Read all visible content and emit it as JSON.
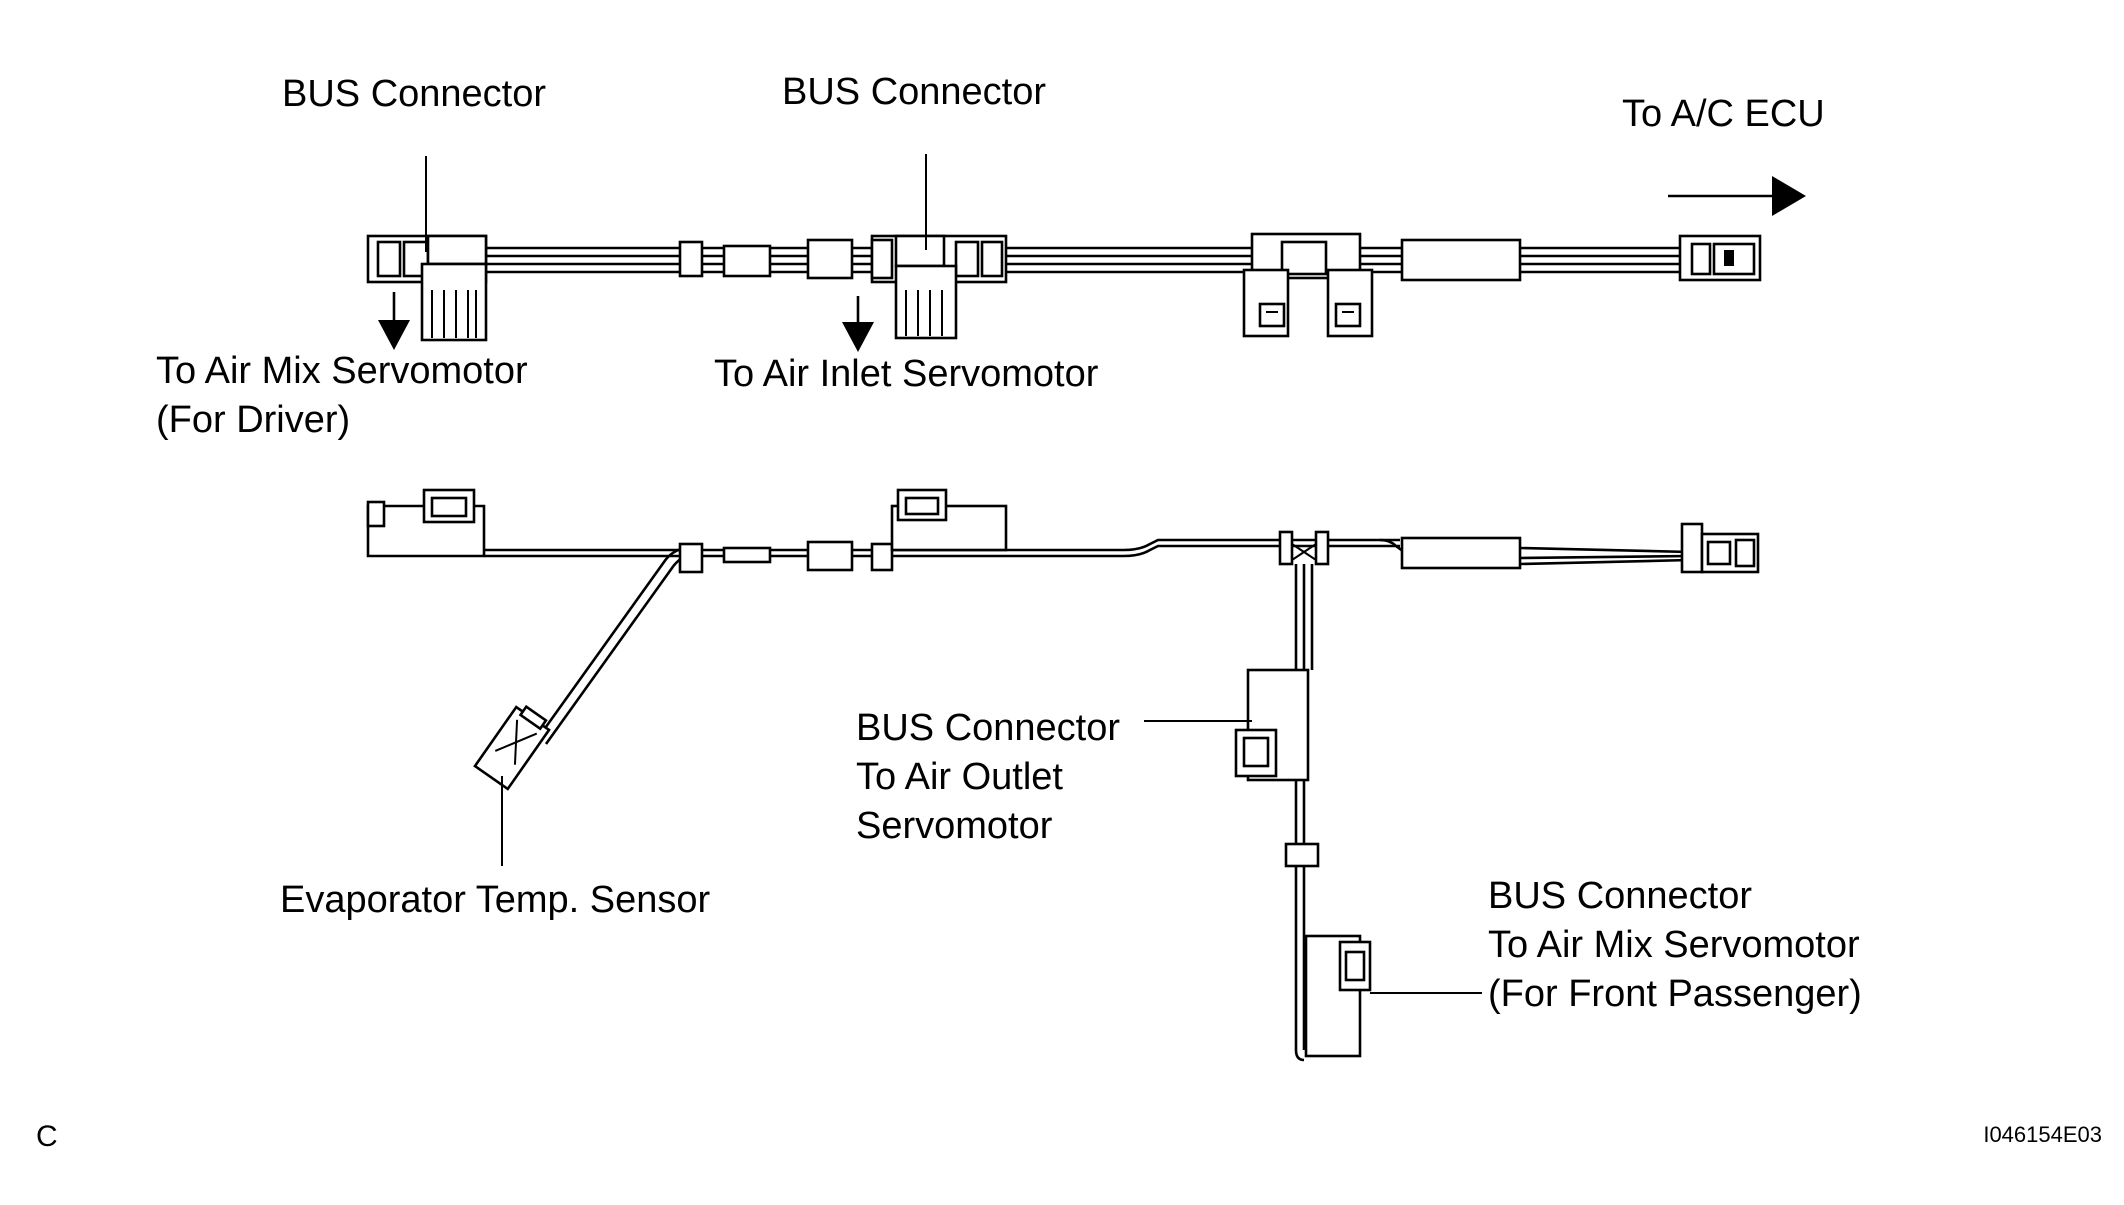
{
  "labels": {
    "bus_connector_driver": "BUS Connector",
    "bus_connector_inlet": "BUS Connector",
    "to_ac_ecu": "To A/C ECU",
    "to_air_mix_driver_line1": "To Air Mix Servomotor",
    "to_air_mix_driver_line2": "(For Driver)",
    "to_air_inlet": "To Air Inlet Servomotor",
    "outlet_line1": "BUS Connector",
    "outlet_line2": "To Air Outlet",
    "outlet_line3": "Servomotor",
    "evaporator": "Evaporator Temp. Sensor",
    "passenger_line1": "BUS Connector",
    "passenger_line2": "To Air Mix Servomotor",
    "passenger_line3": "(For Front Passenger)"
  },
  "footer": {
    "corner_letter": "C",
    "figure_id": "I046154E03"
  }
}
